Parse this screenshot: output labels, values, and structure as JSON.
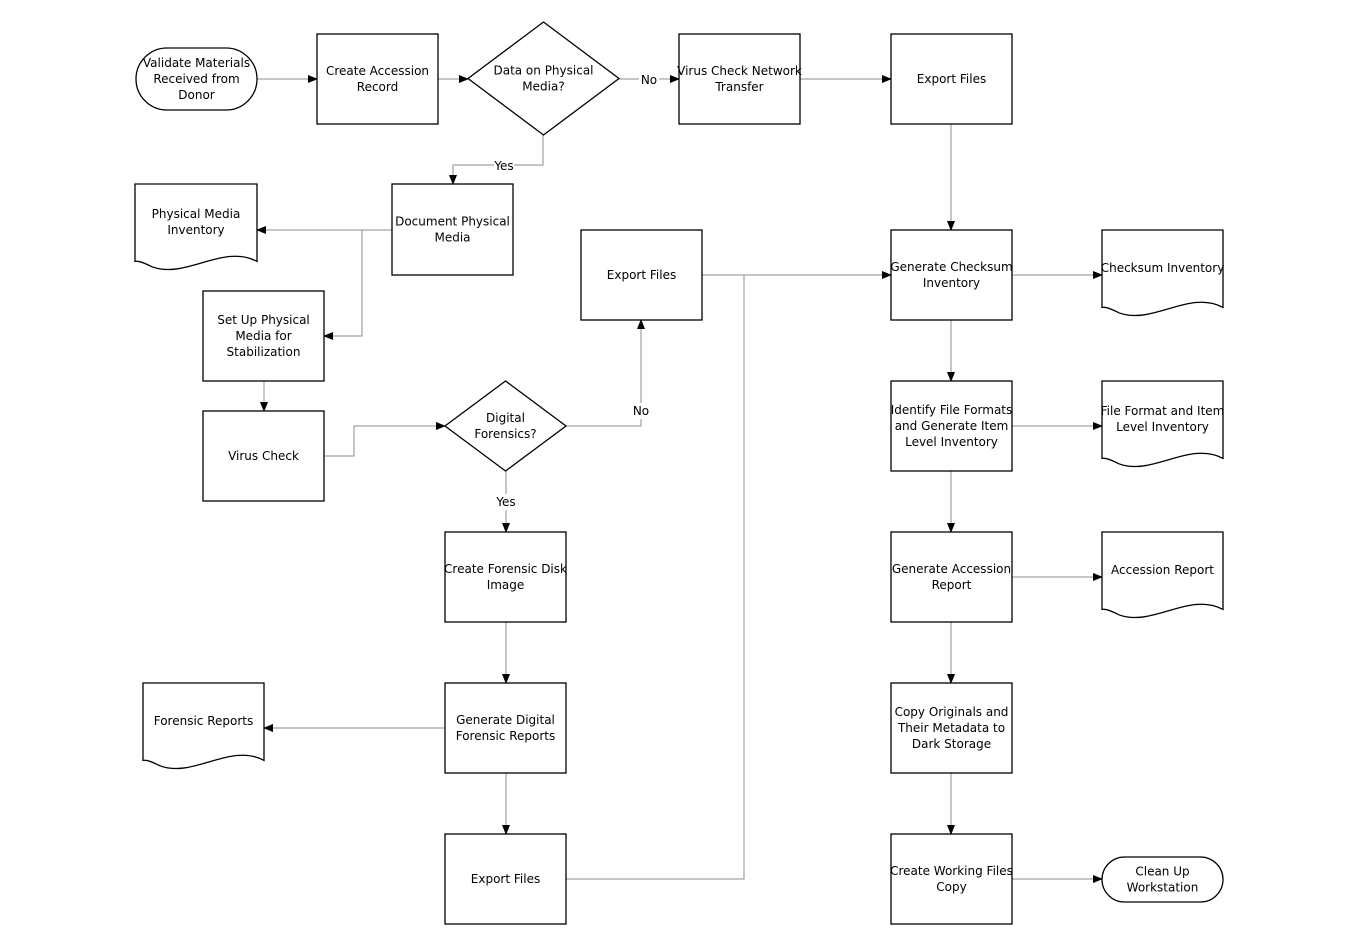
{
  "nodes": [
    {
      "id": "validate",
      "shape": "terminal",
      "lines": [
        "Validate Materials",
        "Received from",
        "Donor"
      ]
    },
    {
      "id": "accession",
      "shape": "process",
      "lines": [
        "Create Accession",
        "Record"
      ]
    },
    {
      "id": "physical_q",
      "shape": "decision",
      "lines": [
        "Data on Physical",
        "Media?"
      ]
    },
    {
      "id": "virus_net",
      "shape": "process",
      "lines": [
        "Virus Check Network",
        "Transfer"
      ]
    },
    {
      "id": "export_top",
      "shape": "process",
      "lines": [
        "Export Files"
      ]
    },
    {
      "id": "doc_media",
      "shape": "process",
      "lines": [
        "Document Physical",
        "Media"
      ]
    },
    {
      "id": "media_inv",
      "shape": "document",
      "lines": [
        "Physical Media",
        "Inventory"
      ]
    },
    {
      "id": "setup",
      "shape": "process",
      "lines": [
        "Set Up Physical",
        "Media for",
        "Stabilization"
      ]
    },
    {
      "id": "virus",
      "shape": "process",
      "lines": [
        "Virus Check"
      ]
    },
    {
      "id": "forensics_q",
      "shape": "decision",
      "lines": [
        "Digital",
        "Forensics?"
      ]
    },
    {
      "id": "export_mid",
      "shape": "process",
      "lines": [
        "Export Files"
      ]
    },
    {
      "id": "disk_image",
      "shape": "process",
      "lines": [
        "Create Forensic Disk",
        "Image"
      ]
    },
    {
      "id": "forensic_rep",
      "shape": "process",
      "lines": [
        "Generate Digital",
        "Forensic Reports"
      ]
    },
    {
      "id": "forensic_doc",
      "shape": "document",
      "lines": [
        "Forensic Reports"
      ]
    },
    {
      "id": "export_bot",
      "shape": "process",
      "lines": [
        "Export Files"
      ]
    },
    {
      "id": "checksum",
      "shape": "process",
      "lines": [
        "Generate Checksum",
        "Inventory"
      ]
    },
    {
      "id": "checksum_doc",
      "shape": "document",
      "lines": [
        "Checksum Inventory"
      ]
    },
    {
      "id": "formats",
      "shape": "process",
      "lines": [
        "Identify File Formats",
        "and Generate Item",
        "Level Inventory"
      ]
    },
    {
      "id": "formats_doc",
      "shape": "document",
      "lines": [
        "File Format and Item",
        "Level Inventory"
      ]
    },
    {
      "id": "acc_report",
      "shape": "process",
      "lines": [
        "Generate Accession",
        "Report"
      ]
    },
    {
      "id": "acc_report_doc",
      "shape": "document",
      "lines": [
        "Accession Report"
      ]
    },
    {
      "id": "dark",
      "shape": "process",
      "lines": [
        "Copy Originals and",
        "Their Metadata to",
        "Dark Storage"
      ]
    },
    {
      "id": "working",
      "shape": "process",
      "lines": [
        "Create Working Files",
        "Copy"
      ]
    },
    {
      "id": "cleanup",
      "shape": "terminal",
      "lines": [
        "Clean Up",
        "Workstation"
      ]
    }
  ],
  "edges": [
    {
      "from": "validate",
      "to": "accession",
      "label": ""
    },
    {
      "from": "accession",
      "to": "physical_q",
      "label": ""
    },
    {
      "from": "physical_q",
      "to": "virus_net",
      "label": "No"
    },
    {
      "from": "virus_net",
      "to": "export_top",
      "label": ""
    },
    {
      "from": "physical_q",
      "to": "doc_media",
      "label": "Yes"
    },
    {
      "from": "doc_media",
      "to": "media_inv",
      "label": ""
    },
    {
      "from": "doc_media",
      "to": "setup",
      "label": ""
    },
    {
      "from": "setup",
      "to": "virus",
      "label": ""
    },
    {
      "from": "virus",
      "to": "forensics_q",
      "label": ""
    },
    {
      "from": "forensics_q",
      "to": "export_mid",
      "label": "No"
    },
    {
      "from": "forensics_q",
      "to": "disk_image",
      "label": "Yes"
    },
    {
      "from": "disk_image",
      "to": "forensic_rep",
      "label": ""
    },
    {
      "from": "forensic_rep",
      "to": "forensic_doc",
      "label": ""
    },
    {
      "from": "forensic_rep",
      "to": "export_bot",
      "label": ""
    },
    {
      "from": "export_mid",
      "to": "checksum",
      "label": ""
    },
    {
      "from": "export_bot",
      "to": "checksum",
      "label": ""
    },
    {
      "from": "export_top",
      "to": "checksum",
      "label": ""
    },
    {
      "from": "checksum",
      "to": "checksum_doc",
      "label": ""
    },
    {
      "from": "checksum",
      "to": "formats",
      "label": ""
    },
    {
      "from": "formats",
      "to": "formats_doc",
      "label": ""
    },
    {
      "from": "formats",
      "to": "acc_report",
      "label": ""
    },
    {
      "from": "acc_report",
      "to": "acc_report_doc",
      "label": ""
    },
    {
      "from": "acc_report",
      "to": "dark",
      "label": ""
    },
    {
      "from": "dark",
      "to": "working",
      "label": ""
    },
    {
      "from": "working",
      "to": "cleanup",
      "label": ""
    }
  ]
}
